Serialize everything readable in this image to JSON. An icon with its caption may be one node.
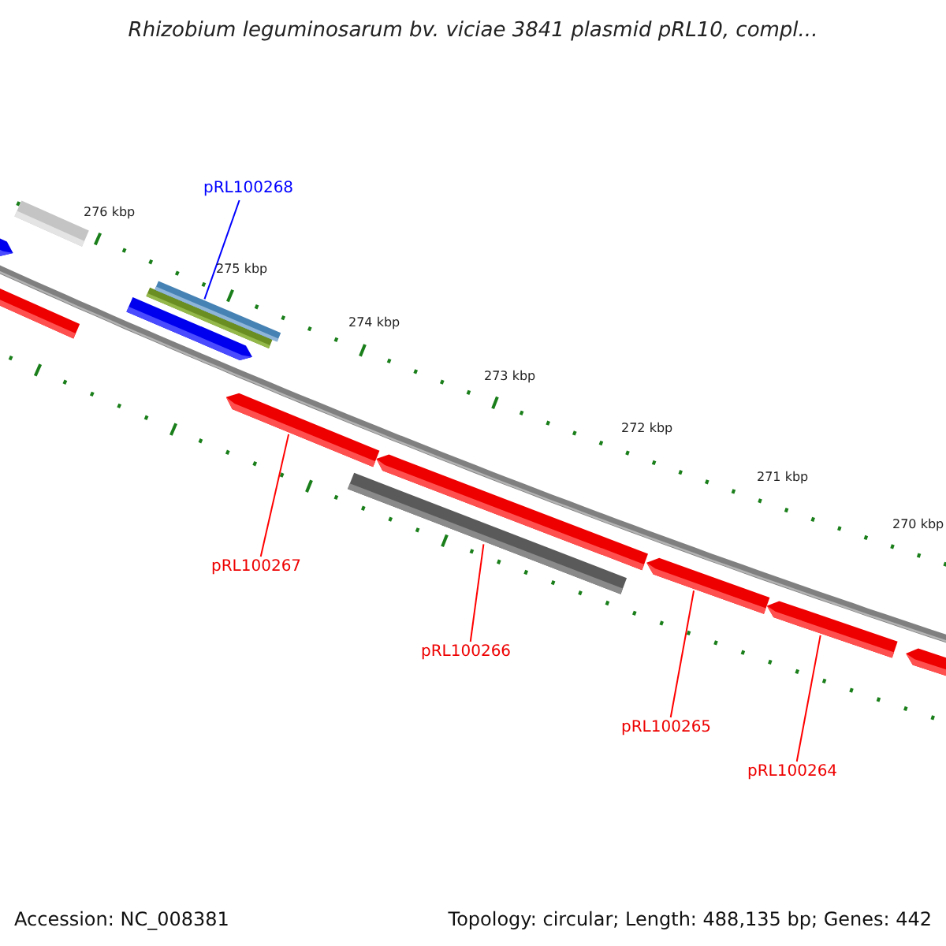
{
  "diagram": {
    "title": "Rhizobium leguminosarum bv. viciae 3841 plasmid pRL10, compl...",
    "nodes": [
      {
        "text": [
          "pRL100268"
        ]
      },
      {
        "text": [
          "pRL100267"
        ]
      },
      {
        "text": [
          "pRL100266"
        ]
      },
      {
        "text": [
          "pRL100265"
        ]
      },
      {
        "text": [
          "pRL100264"
        ]
      },
      {
        "text": [],
        "shape": "bar"
      },
      {
        "text": [],
        "shape": "bar"
      },
      {
        "text": [],
        "shape": "bar"
      },
      {
        "text": [],
        "shape": "bar"
      },
      {
        "text": [],
        "shape": "bar"
      },
      {
        "text": [],
        "shape": "bar"
      },
      {
        "text": [],
        "shape": "bar"
      },
      {
        "text": [],
        "shape": "bar"
      },
      {
        "text": [],
        "shape": "bar"
      },
      {
        "text": [],
        "shape": "bar"
      },
      {
        "text": [],
        "shape": "bar"
      },
      {
        "text": [],
        "shape": "bar"
      }
    ],
    "edges": [
      {
        "from": 0,
        "to": 10,
        "arrow": "none",
        "color": "#0000ff"
      },
      {
        "from": 1,
        "to": 11,
        "arrow": "none"
      },
      {
        "from": 2,
        "to": 12,
        "arrow": "none"
      },
      {
        "from": 3,
        "to": 14,
        "arrow": "none"
      },
      {
        "from": 4,
        "to": 15,
        "arrow": "none"
      }
    ],
    "labels": [
      "276 kbp",
      "275 kbp",
      "274 kbp",
      "273 kbp",
      "272 kbp",
      "271 kbp",
      "270 kbp",
      "Accession: NC_008381",
      "Topology: circular; Length: 488,135 bp; Genes: 442"
    ]
  }
}
